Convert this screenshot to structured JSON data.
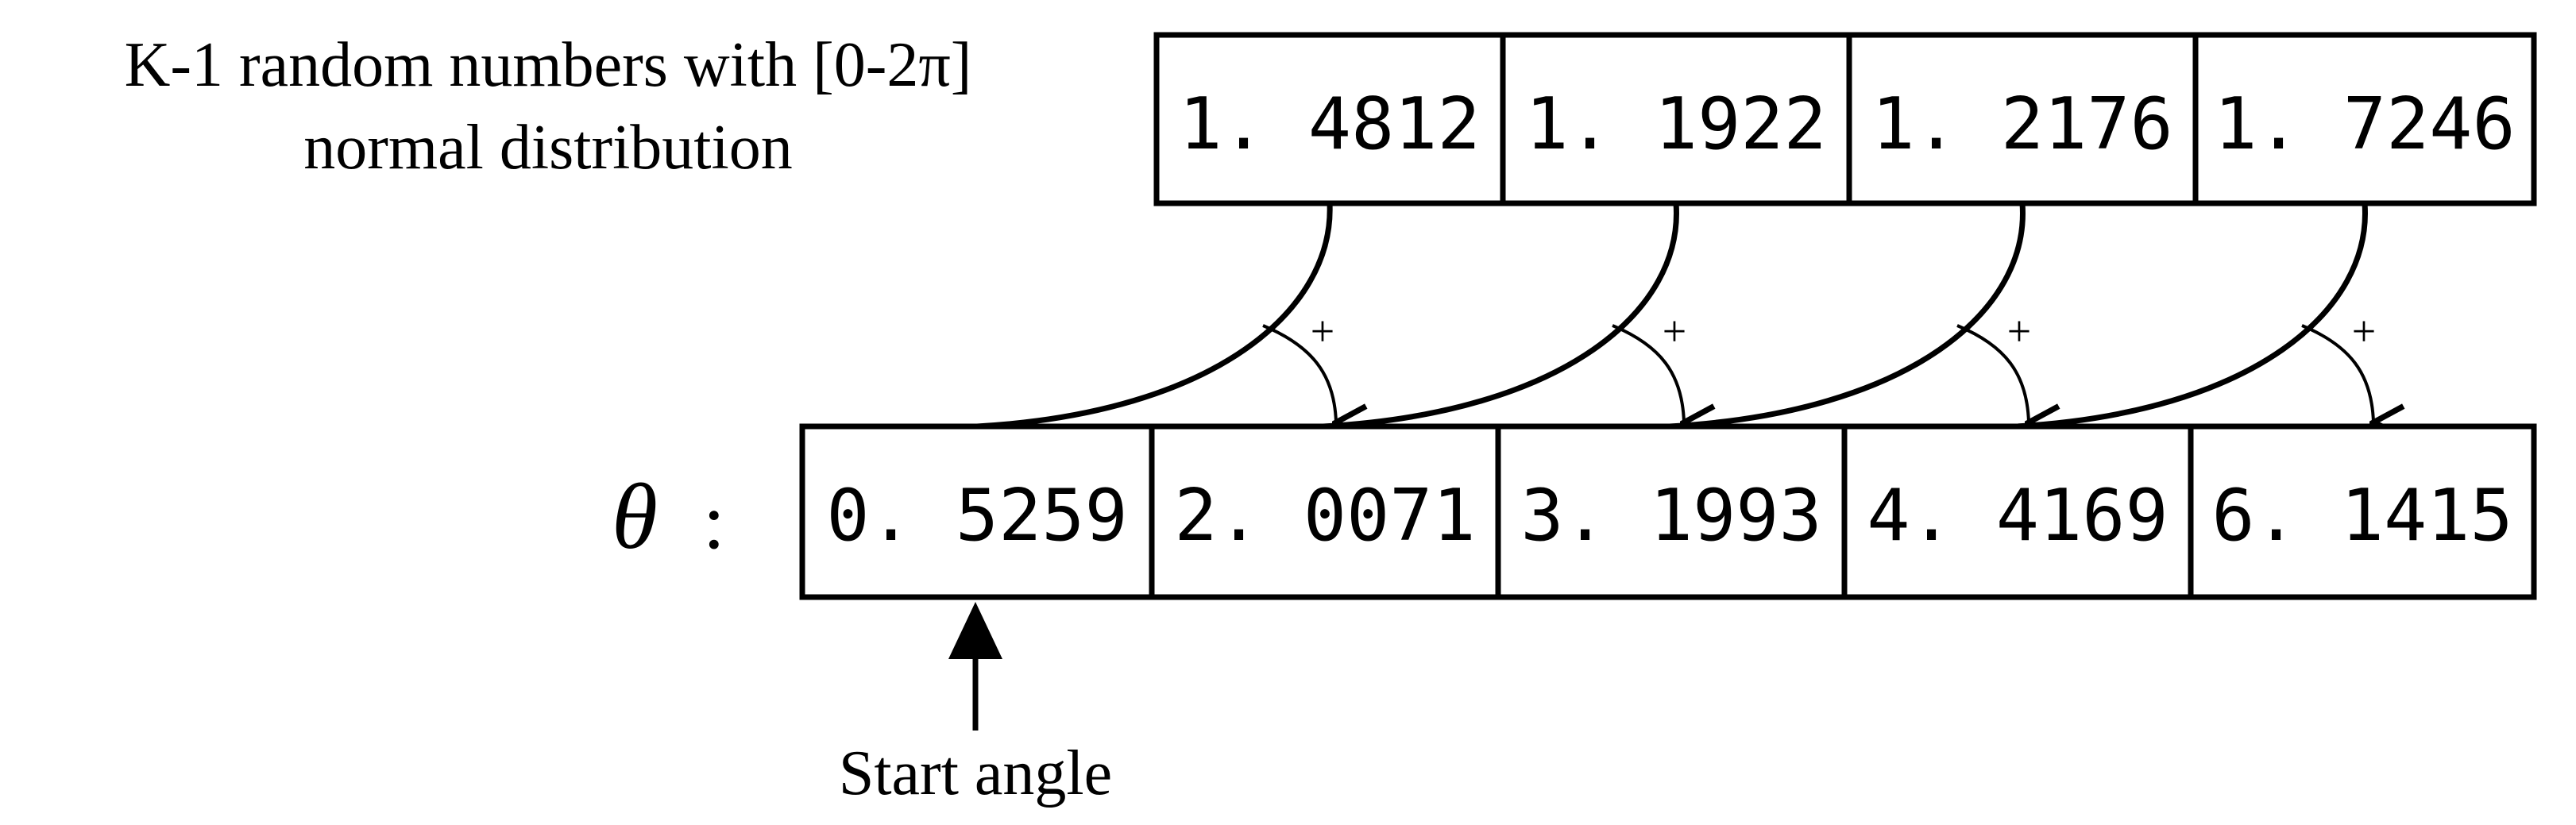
{
  "top_caption": {
    "line1": "K-1 random numbers with [0-2π]",
    "line2": "normal distribution"
  },
  "random_numbers": [
    "1. 4812",
    "1. 1922",
    "1. 2176",
    "1. 7246"
  ],
  "theta_label": {
    "symbol": "θ",
    "colon": ":"
  },
  "theta_values": [
    "0. 5259",
    "2. 0071",
    "3. 1993",
    "4. 4169",
    "6. 1415"
  ],
  "plus_sign": "+",
  "start_label": "Start angle"
}
